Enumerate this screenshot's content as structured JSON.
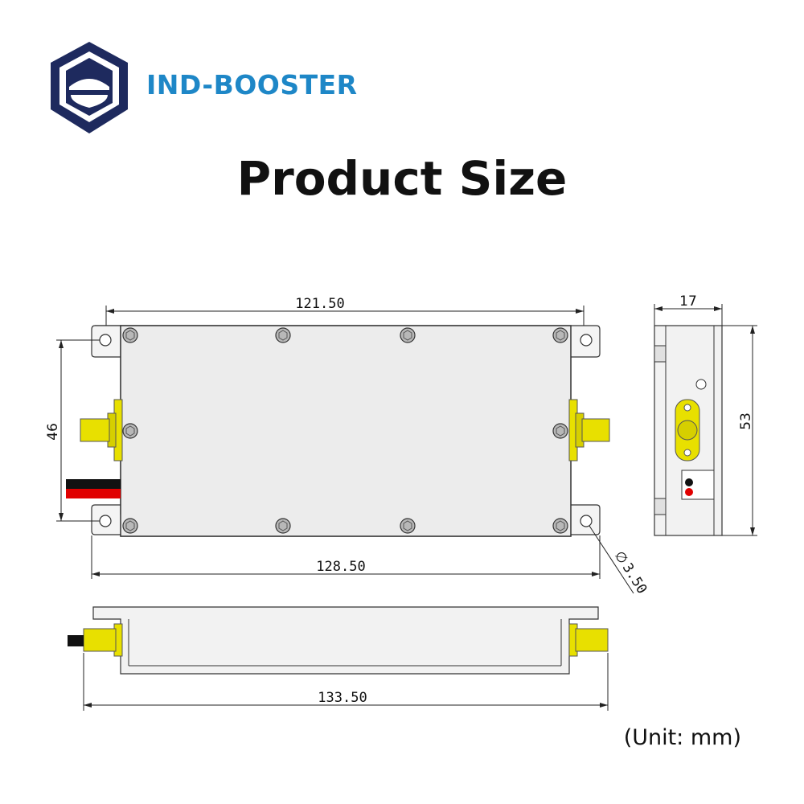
{
  "brand": {
    "name": "IND-BOOSTER",
    "color": "#1e87c7",
    "logo_icon": "hexagon-shield-logo-icon",
    "logo_color": "#1e2a5e"
  },
  "title": "Product Size",
  "dimensions": {
    "top_width": "121.50",
    "overall_width": "128.50",
    "side_width": "133.50",
    "height": "46",
    "depth": "17",
    "side_height": "53",
    "hole_diameter": "3.50",
    "hole_diameter_symbol": "∅"
  },
  "unit_note": "(Unit: mm)",
  "colors": {
    "body_fill": "#ededed",
    "connector_yellow": "#e8e000",
    "wire_red": "#e00000",
    "wire_black": "#111111"
  }
}
